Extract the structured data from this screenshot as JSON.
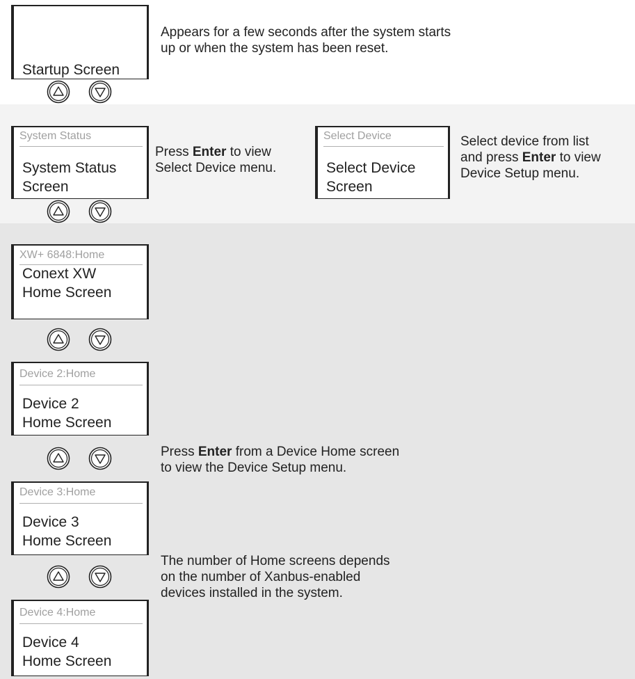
{
  "screens": {
    "startup": {
      "body": [
        "Startup Screen"
      ]
    },
    "system_status": {
      "header": "System Status",
      "body": [
        "System Status",
        "Screen"
      ]
    },
    "select_device": {
      "header": "Select Device",
      "body": [
        "Select Device",
        "Screen"
      ]
    },
    "conext": {
      "header": "XW+ 6848:Home",
      "body": [
        "Conext XW",
        "Home Screen"
      ]
    },
    "device2": {
      "header": "Device 2:Home",
      "body": [
        "Device 2",
        "Home Screen"
      ]
    },
    "device3": {
      "header": "Device 3:Home",
      "body": [
        "Device 3",
        "Home Screen"
      ]
    },
    "device4": {
      "header": "Device 4:Home",
      "body": [
        "Device 4",
        "Home Screen"
      ]
    }
  },
  "descriptions": {
    "startup": [
      "Appears for a few seconds after the system starts",
      "up or when the system has been reset."
    ],
    "system_status": {
      "line1_pre": "Press ",
      "line1_bold": "Enter",
      "line1_post": " to view",
      "line2": "Select Device menu."
    },
    "select_device": {
      "line1": "Select device from list",
      "line2_pre": "and press ",
      "line2_bold": "Enter",
      "line2_post": " to view",
      "line3": "Device Setup menu."
    },
    "device_home": {
      "line1_pre": "Press ",
      "line1_bold": "Enter",
      "line1_post": " from a Device Home screen",
      "line2": "to view the Device Setup menu."
    },
    "home_count": [
      "The number of Home screens depends",
      "on the number of Xanbus-enabled",
      "devices installed in the system."
    ]
  },
  "icons": {
    "up": "up-arrow-button-icon",
    "down": "down-arrow-button-icon"
  }
}
